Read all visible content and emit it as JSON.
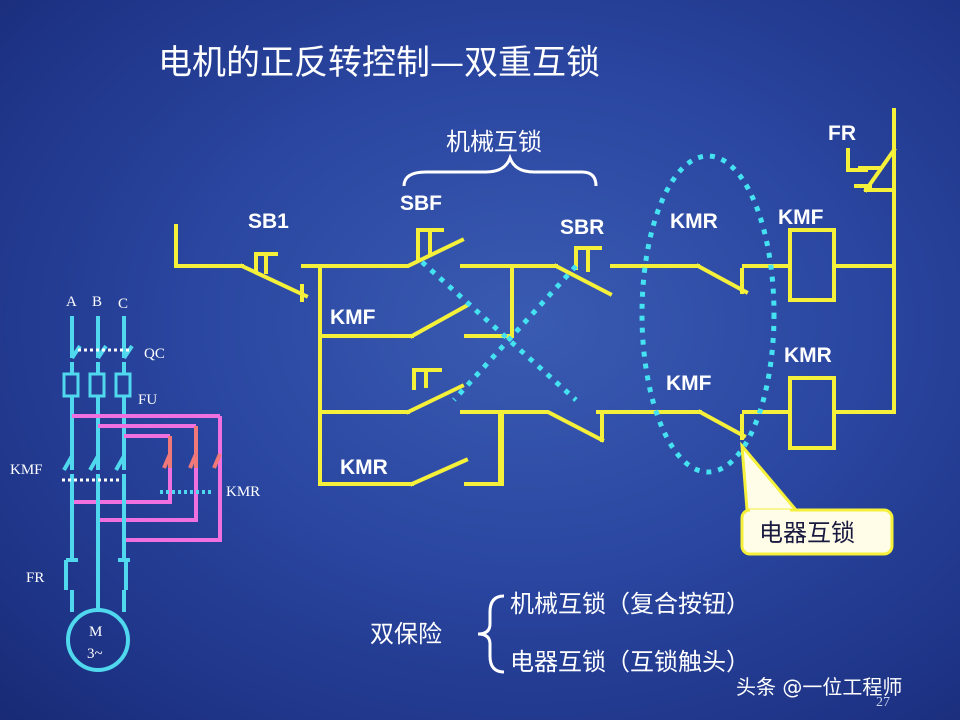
{
  "title": "电机的正反转控制—双重互锁",
  "labels": {
    "mech_interlock": "机械互锁",
    "sb1": "SB1",
    "sbf": "SBF",
    "sbr": "SBR",
    "kmr_top": "KMR",
    "kmf_coil": "KMF",
    "fr_ctrl": "FR",
    "kmf_hold": "KMF",
    "kmr_coil": "KMR",
    "kmf_inter": "KMF",
    "kmr_hold": "KMR",
    "elec_interlock": "电器互锁"
  },
  "main_circuit": {
    "phase_a": "A",
    "phase_b": "B",
    "phase_c": "C",
    "switch": "QC",
    "fuse": "FU",
    "contactor_f": "KMF",
    "contactor_r": "KMR",
    "relay": "FR",
    "motor_line1": "M",
    "motor_line2": "3~"
  },
  "summary": {
    "label": "双保险",
    "items": [
      "机械互锁（复合按钮）",
      "电器互锁（互锁触头）"
    ]
  },
  "watermark": "头条 @一位工程师",
  "page_number": "27",
  "colors": {
    "background": "#2a46a0",
    "control_wire": "#f5f03a",
    "main_wire": "#4fd8ee",
    "interlock_marker": "#45e2f2",
    "reverse_wire": "#f070e0",
    "callout_fill": "#fffde8"
  }
}
